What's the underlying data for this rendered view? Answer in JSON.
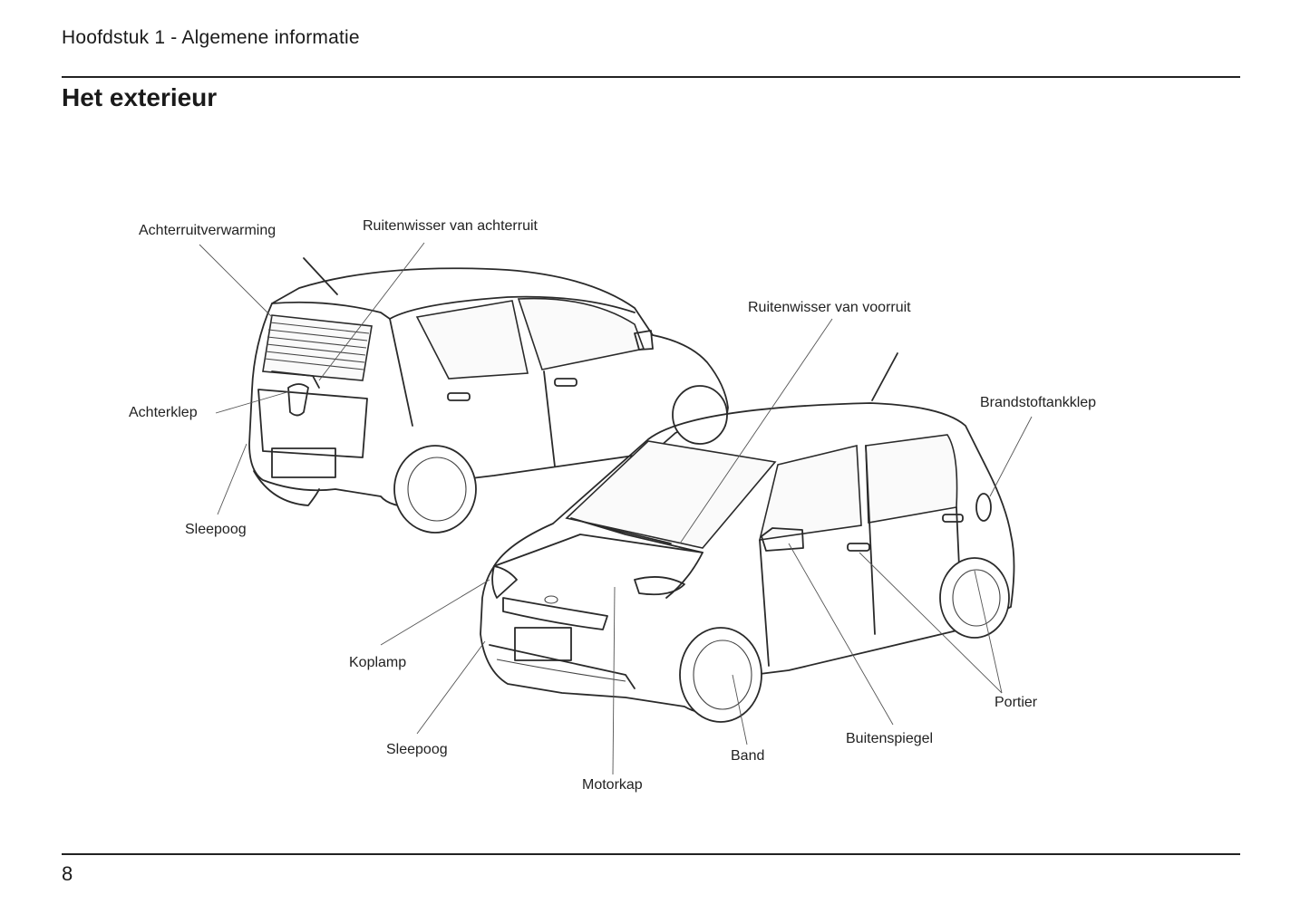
{
  "header": {
    "chapter": "Hoofdstuk 1 - Algemene informatie",
    "section_title": "Het exterieur"
  },
  "callouts": {
    "achterruitverwarming": "Achterruitverwarming",
    "ruitenwisser_achter": "Ruitenwisser van achterruit",
    "ruitenwisser_voor": "Ruitenwisser van voorruit",
    "brandstoftankklep": "Brandstoftankklep",
    "achterklep": "Achterklep",
    "sleepoog_achter": "Sleepoog",
    "koplamp": "Koplamp",
    "sleepoog_voor": "Sleepoog",
    "motorkap": "Motorkap",
    "band": "Band",
    "buitenspiegel": "Buitenspiegel",
    "portier": "Portier"
  },
  "footer": {
    "page_number": "8"
  }
}
